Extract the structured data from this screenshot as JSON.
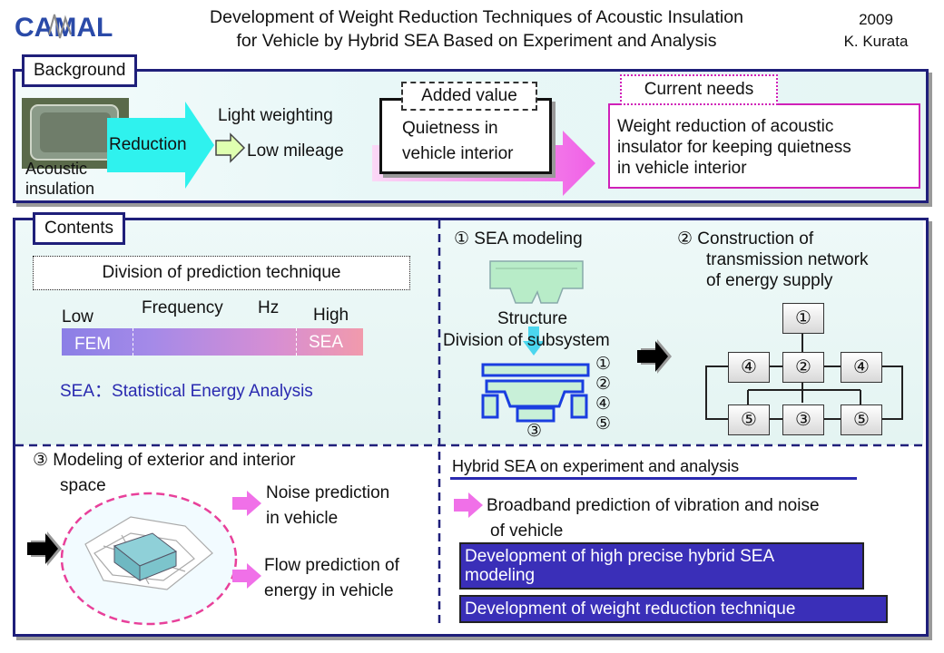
{
  "header": {
    "logo_text": "CAMAL",
    "title_line1": "Development of Weight Reduction Techniques of Acoustic Insulation",
    "title_line2": "for Vehicle by Hybrid SEA Based on Experiment and Analysis",
    "year": "2009",
    "author": "K. Kurata"
  },
  "background": {
    "tab": "Background",
    "acoustic_line1": "Acoustic",
    "acoustic_line2": "insulation",
    "reduction": "Reduction",
    "light_weighting": "Light weighting",
    "low_mileage": "Low mileage",
    "added_value_tab": "Added value",
    "added_value_line1": "Quietness in",
    "added_value_line2": "vehicle interior",
    "current_needs_tab": "Current needs",
    "needs_line1": "Weight reduction of acoustic",
    "needs_line2": "insulator for keeping quietness",
    "needs_line3": "in vehicle interior"
  },
  "contents": {
    "tab": "Contents",
    "division_title": "Division of prediction technique",
    "low": "Low",
    "frequency": "Frequency",
    "hz": "Hz",
    "high": "High",
    "fem": "FEM",
    "sea": "SEA",
    "sea_def": "SEA：Statistical Energy Analysis",
    "sea_modeling": "① SEA modeling",
    "structure": "Structure",
    "division_subsystem": "Division of subsystem",
    "sub_labels": [
      "①",
      "②",
      "④",
      "⑤",
      "③"
    ],
    "construction_line1": "② Construction of",
    "construction_line2": "transmission network",
    "construction_line3": "of energy supply",
    "network_nodes": [
      "①",
      "④",
      "②",
      "④",
      "⑤",
      "③",
      "⑤"
    ],
    "modeling_line1": "③ Modeling of exterior and interior",
    "modeling_line2": "space",
    "noise_line1": "Noise prediction",
    "noise_line2": "in vehicle",
    "flow_line1": "Flow prediction of",
    "flow_line2": "energy in vehicle",
    "hybrid_title": "Hybrid SEA on experiment and analysis",
    "broadband_line1": "Broadband prediction of vibration and noise",
    "broadband_line2": "of vehicle",
    "dev1_line1": "Development of high precise hybrid SEA",
    "dev1_line2": "modeling",
    "dev2": "Development of weight reduction technique"
  },
  "colors": {
    "navy": "#1f1f7a",
    "cyan_arrow": "#29f0ee",
    "pink_arrow": "#f070e8",
    "deep_blue_box": "#3a2fb8",
    "ellipse": "#e8409a"
  }
}
